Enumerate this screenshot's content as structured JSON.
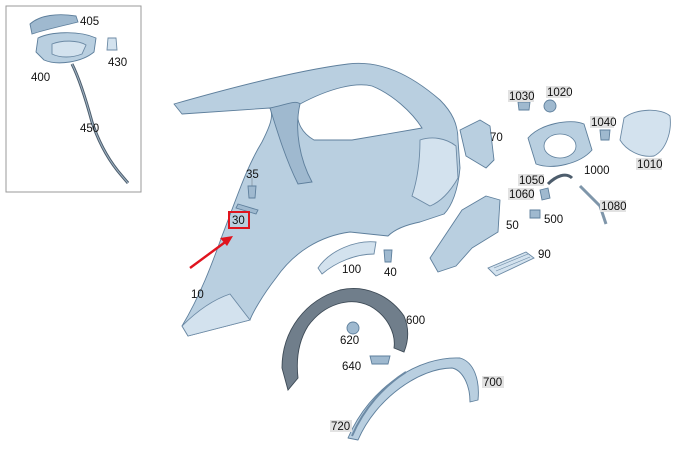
{
  "diagram": {
    "inset_labels": [
      "405",
      "430",
      "400",
      "450"
    ],
    "part_labels": [
      {
        "id": "10",
        "text": "10"
      },
      {
        "id": "35",
        "text": "35"
      },
      {
        "id": "30",
        "text": "30"
      },
      {
        "id": "40",
        "text": "40"
      },
      {
        "id": "50",
        "text": "50"
      },
      {
        "id": "70",
        "text": "70"
      },
      {
        "id": "90",
        "text": "90"
      },
      {
        "id": "100",
        "text": "100"
      },
      {
        "id": "500",
        "text": "500"
      },
      {
        "id": "600",
        "text": "600"
      },
      {
        "id": "620",
        "text": "620"
      },
      {
        "id": "640",
        "text": "640"
      },
      {
        "id": "700",
        "text": "700"
      },
      {
        "id": "720",
        "text": "720"
      },
      {
        "id": "1000",
        "text": "1000"
      },
      {
        "id": "1010",
        "text": "1010"
      },
      {
        "id": "1020",
        "text": "1020"
      },
      {
        "id": "1030",
        "text": "1030"
      },
      {
        "id": "1040",
        "text": "1040"
      },
      {
        "id": "1050",
        "text": "1050"
      },
      {
        "id": "1060",
        "text": "1060"
      },
      {
        "id": "1080",
        "text": "1080"
      }
    ],
    "highlighted_part": "30",
    "colors": {
      "part_fill": "#b9cfe0",
      "part_stroke": "#5e7f9c",
      "highlight": "#e0141e",
      "label_tag": "#e2e2e2"
    }
  }
}
